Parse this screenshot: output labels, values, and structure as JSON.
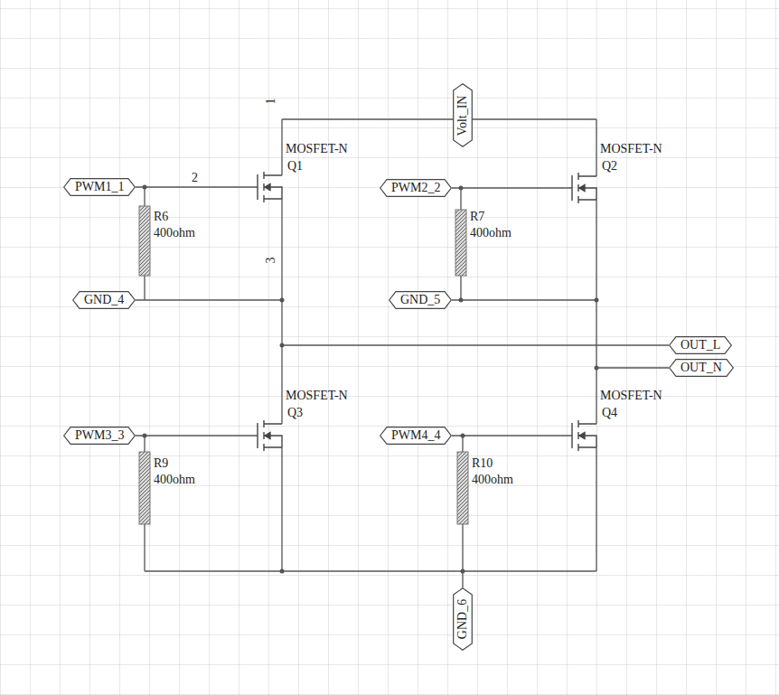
{
  "diagram": {
    "nodes": [
      {
        "text": [
          "Volt_IN"
        ]
      },
      {
        "text": [
          "PWM1_1"
        ]
      },
      {
        "text": [
          "PWM2_2"
        ]
      },
      {
        "text": [
          "GND_4"
        ]
      },
      {
        "text": [
          "GND_5"
        ]
      },
      {
        "text": [
          "OUT_L"
        ]
      },
      {
        "text": [
          "OUT_N"
        ]
      },
      {
        "text": [
          "PWM3_3"
        ]
      },
      {
        "text": [
          "PWM4_4"
        ]
      },
      {
        "text": [
          "GND_6"
        ]
      }
    ],
    "labels": [
      "1",
      "2",
      "3",
      "MOSFET-N",
      "Q1",
      "MOSFET-N",
      "Q2",
      "R6",
      "400ohm",
      "R7",
      "400ohm",
      "MOSFET-N",
      "Q3",
      "MOSFET-N",
      "Q4",
      "R9",
      "400ohm",
      "R10",
      "400ohm"
    ]
  }
}
